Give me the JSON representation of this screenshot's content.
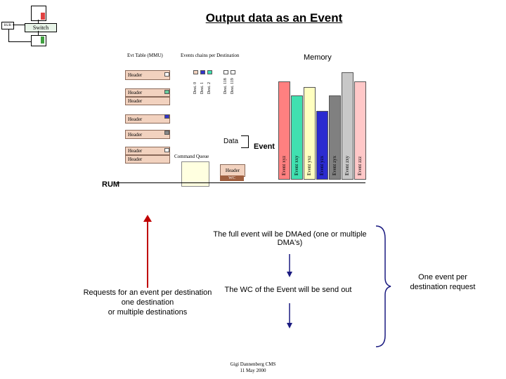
{
  "title": "Output data as an Event",
  "switch_label": "Switch",
  "corner_label": "RUR",
  "evt_table_label": "Evt Table (MMU)",
  "events_dest_label": "Events chains per Destination",
  "memory_label": "Memory",
  "headers": [
    "Header",
    "Header",
    "Header",
    "Header",
    "Header",
    "Header",
    "Header"
  ],
  "dest_labels": [
    "Dest. 0",
    "Dest. 1",
    "Dest. 2",
    "Dest. 118",
    "Dest. 119"
  ],
  "data_label": "Data",
  "event_label": "Event",
  "command_queue_label": "Command Queue",
  "cq_header_label": "Header",
  "cq_wc_label": "WC",
  "rum_label": "RUM",
  "event_bars": [
    {
      "label": "Event xyz",
      "color": "#ff8080"
    },
    {
      "label": "Event xxy",
      "color": "#40e0b0"
    },
    {
      "label": "Event yxz",
      "color": "#ffffc0"
    },
    {
      "label": "Event yzx",
      "color": "#2b2bd0"
    },
    {
      "label": "Event zyx",
      "color": "#808080"
    },
    {
      "label": "Event zxy",
      "color": "#c8c8c8"
    },
    {
      "label": "Event zzz",
      "color": "#ffc8c8"
    }
  ],
  "notes": {
    "full_event": "The full event will be DMAed (one or multiple DMA's)",
    "wc_sent": "The WC of the Event will be send out",
    "requests": "Requests for an event per destination\none destination\nor multiple destinations",
    "one_per_dest": "One event per\ndestination request"
  },
  "footer": "Gigi Dannenberg CMS\n11 May 2000"
}
